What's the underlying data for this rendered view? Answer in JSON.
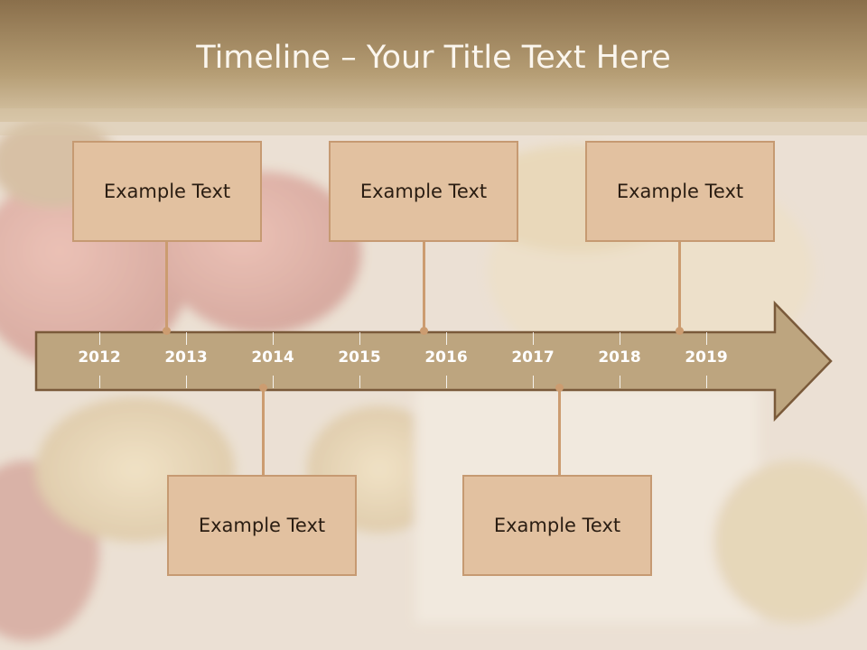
{
  "title": "Timeline – Your Title Text Here",
  "timeline": {
    "years": [
      "2012",
      "2013",
      "2014",
      "2015",
      "2016",
      "2017",
      "2018",
      "2019"
    ]
  },
  "events_top": [
    {
      "label": "Example Text"
    },
    {
      "label": "Example Text"
    },
    {
      "label": "Example Text"
    }
  ],
  "events_bottom": [
    {
      "label": "Example Text"
    },
    {
      "label": "Example Text"
    }
  ],
  "colors": {
    "arrow_fill": "#bda57f",
    "arrow_stroke": "#7a5a3a",
    "box_fill": "#e2c1a0",
    "box_border": "#c69a72",
    "connector": "#cc9c70",
    "header_band": "#b59d74"
  }
}
